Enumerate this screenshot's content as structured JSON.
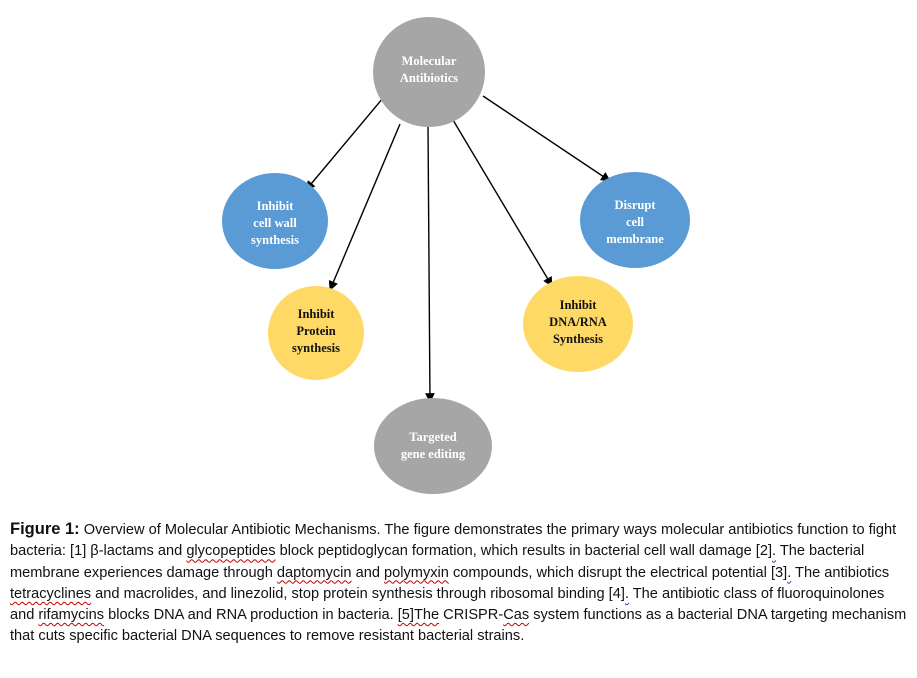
{
  "diagram": {
    "colors": {
      "gray": "#a6a6a6",
      "blue": "#5b9bd5",
      "yellow": "#ffd966",
      "arrow": "#000000"
    },
    "center": {
      "lines": [
        "Molecular",
        "Antibiotics"
      ]
    },
    "nodes": [
      {
        "id": "cell-wall",
        "lines": [
          "Inhibit",
          "cell wall",
          "synthesis"
        ]
      },
      {
        "id": "membrane",
        "lines": [
          "Disrupt",
          "cell",
          "membrane"
        ]
      },
      {
        "id": "protein",
        "lines": [
          "Inhibit",
          "Protein",
          "synthesis"
        ]
      },
      {
        "id": "dna-rna",
        "lines": [
          "Inhibit",
          "DNA/RNA",
          "Synthesis"
        ]
      },
      {
        "id": "gene-editing",
        "lines": [
          "Targeted",
          "gene editing"
        ]
      }
    ]
  },
  "caption": {
    "label": "Figure 1:",
    "parts": [
      {
        "t": " Overview of Molecular Antibiotic Mechanisms. The figure demonstrates the primary ways molecular antibiotics function to fight bacteria: [1] β-lactams and "
      },
      {
        "t": "glycopeptides",
        "s": "sq"
      },
      {
        "t": " block peptidoglycan formation, which results in bacterial cell wall damage [2]"
      },
      {
        "t": ".",
        "s": "sqb"
      },
      {
        "t": " The bacterial membrane experiences damage through "
      },
      {
        "t": "daptomycin",
        "s": "sq"
      },
      {
        "t": " and "
      },
      {
        "t": "polymyxin",
        "s": "sq"
      },
      {
        "t": " compounds, which disrupt the electrical potential [3]"
      },
      {
        "t": ".",
        "s": "sqb"
      },
      {
        "t": " The antibiotics "
      },
      {
        "t": "tetracyclines",
        "s": "sq"
      },
      {
        "t": " and macrolides, and linezolid, stop protein synthesis through ribosomal binding [4]"
      },
      {
        "t": ".",
        "s": "sqb"
      },
      {
        "t": " The antibiotic class of fluoroquinolones and "
      },
      {
        "t": "rifamycins",
        "s": "sq"
      },
      {
        "t": " blocks DNA and RNA production in bacteria. "
      },
      {
        "t": "[5]The",
        "s": "sq"
      },
      {
        "t": " CRISPR-"
      },
      {
        "t": "Cas",
        "s": "sq"
      },
      {
        "t": " system functions as a bacterial DNA targeting mechanism that cuts specific bacterial DNA sequences to remove resistant bacterial strains."
      }
    ]
  }
}
